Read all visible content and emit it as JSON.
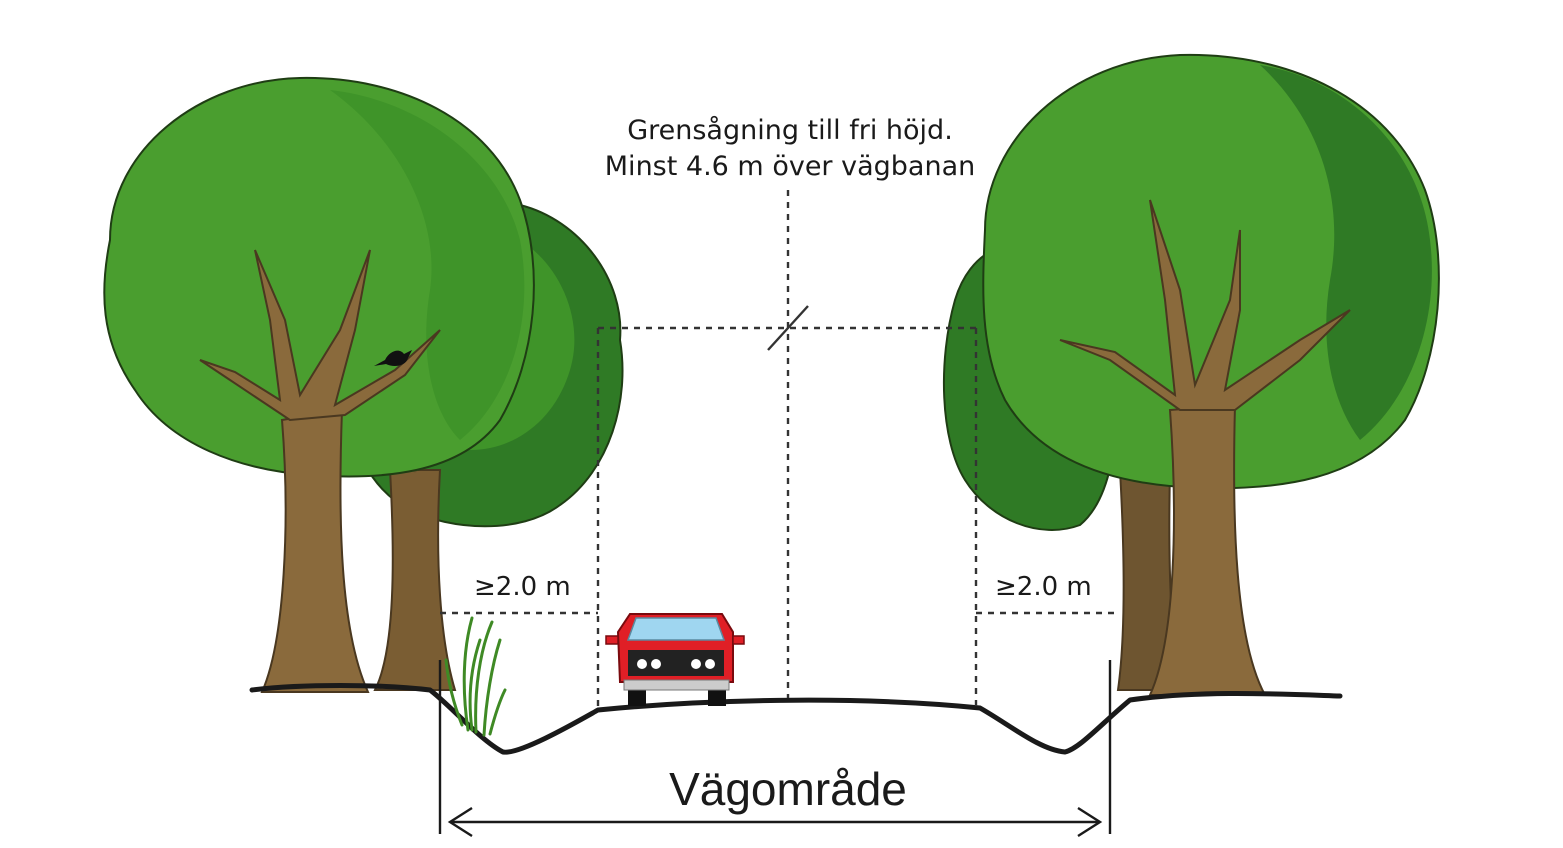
{
  "labels": {
    "clearance_line1": "Grensågning till fri höjd.",
    "clearance_line2": "Minst 4.6 m över vägbanan",
    "left_offset": "≥2.0 m",
    "right_offset": "≥2.0 m",
    "road_area": "Vägområde"
  },
  "colors": {
    "foliage_dark": "#2f7a25",
    "foliage_mid": "#3f9429",
    "foliage_light": "#4a9e2f",
    "trunk": "#8a6a3c",
    "trunk_dark": "#6e5530",
    "car_body": "#e01f26",
    "car_glass": "#9fd6f0",
    "line": "#1a1a1a"
  },
  "icons": {
    "car": "car-icon",
    "bird": "bird-icon",
    "grass": "grass-icon",
    "trees": "tree-icon"
  }
}
